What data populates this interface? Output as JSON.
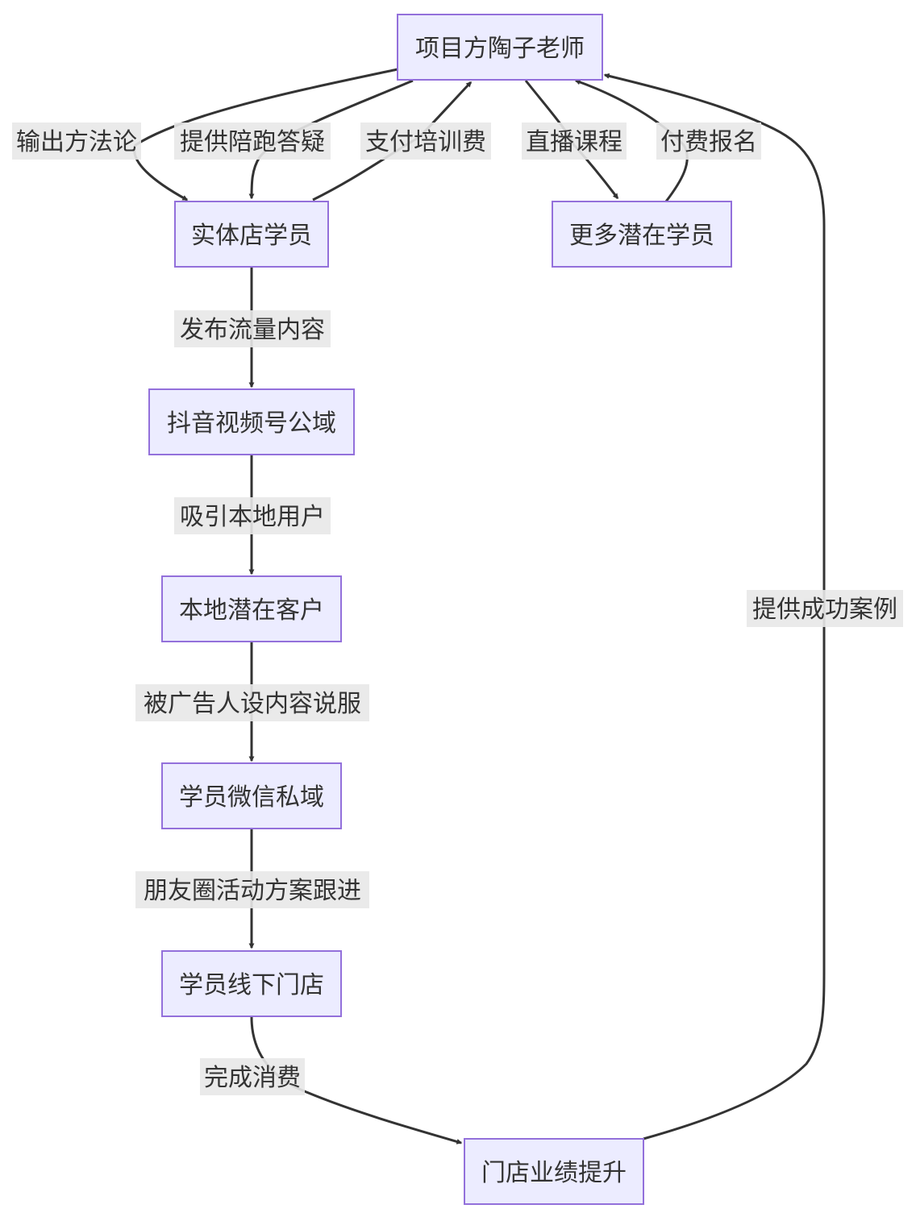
{
  "nodes": {
    "teacher": "项目方陶子老师",
    "store_student": "实体店学员",
    "potential_students": "更多潜在学员",
    "public_domain": "抖音视频号公域",
    "local_customers": "本地潜在客户",
    "private_domain": "学员微信私域",
    "offline_store": "学员线下门店",
    "performance": "门店业绩提升"
  },
  "edges": {
    "output_method": "输出方法论",
    "provide_support": "提供陪跑答疑",
    "pay_fee": "支付培训费",
    "live_course": "直播课程",
    "paid_signup": "付费报名",
    "publish_content": "发布流量内容",
    "attract_users": "吸引本地用户",
    "persuaded": "被广告人设内容说服",
    "moments_followup": "朋友圈活动方案跟进",
    "consume": "完成消费",
    "success_cases": "提供成功案例"
  }
}
